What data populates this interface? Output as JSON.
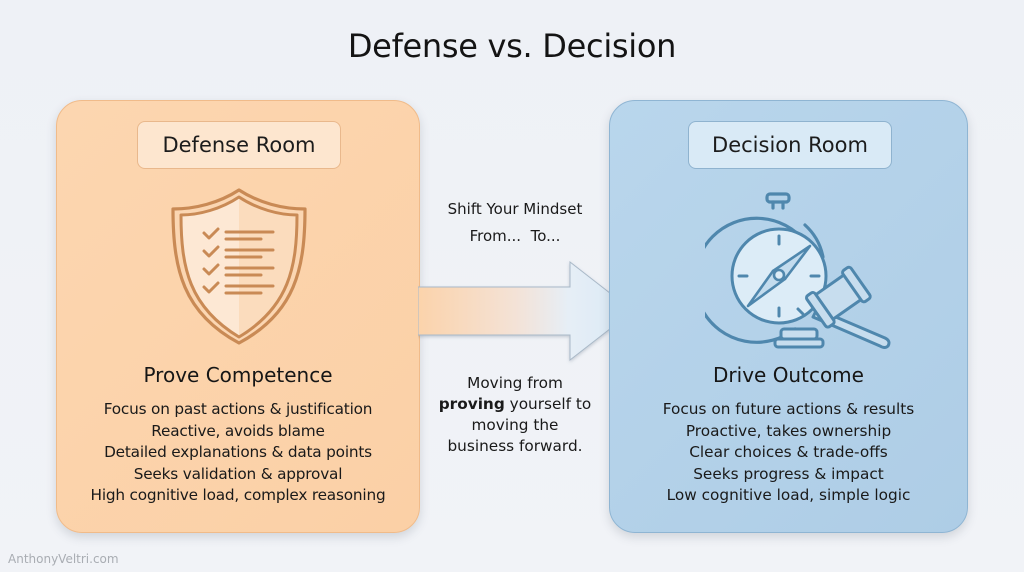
{
  "title": "Defense vs. Decision",
  "defense_room": {
    "label": "Defense Room",
    "icon": "shield-checklist-icon",
    "heading": "Prove Competence",
    "bullets": [
      "Focus on past actions & justification",
      "Reactive, avoids blame",
      "Detailed explanations & data points",
      "Seeks validation & approval",
      "High cognitive load, complex reasoning"
    ],
    "colors": {
      "fill": "#fbd2a9",
      "icon": "#c98a55",
      "label_fill": "#fde6cf"
    }
  },
  "decision_room": {
    "label": "Decision Room",
    "icon": "stopwatch-compass-gavel-icon",
    "heading": "Drive Outcome",
    "bullets": [
      "Focus on future actions & results",
      "Proactive, takes ownership",
      "Clear choices & trade-offs",
      "Seeks progress & impact",
      "Low cognitive load, simple logic"
    ],
    "colors": {
      "fill": "#b4d2e9",
      "icon": "#4f87ad",
      "label_fill": "#d9eaf6"
    }
  },
  "transition": {
    "line1": "Shift Your Mindset",
    "line2": "From...  To...",
    "desc_pre": "Moving from",
    "desc_bold": "proving",
    "desc_post_line2": " yourself to",
    "desc_line3": "moving the",
    "desc_line4": "business forward."
  },
  "footer": "AnthonyVeltri.com"
}
